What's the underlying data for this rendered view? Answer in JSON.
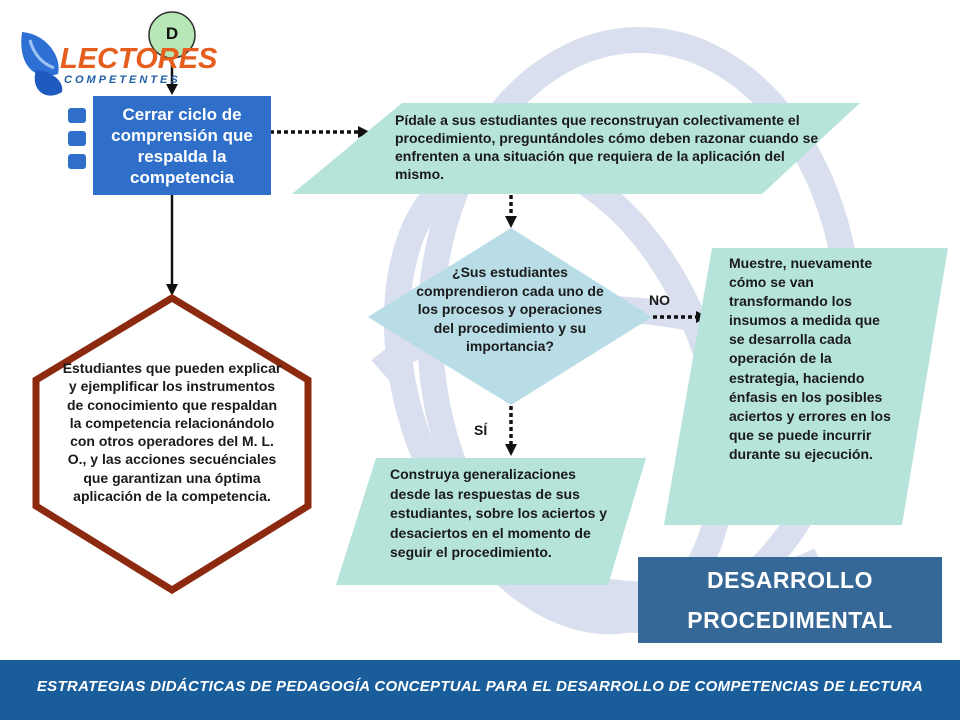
{
  "logo": {
    "line1": "LECTORES",
    "line2": "COMPETENTES"
  },
  "connector_label": "D",
  "boxes": {
    "cerrar": "Cerrar ciclo de comprensión que respalda la competencia",
    "pidale": "Pídale a sus estudiantes que reconstruyan colectivamente el procedimiento, preguntándoles cómo deben razonar cuando se  enfrenten a una situación que requiera de la aplicación del mismo.",
    "decision": "¿Sus estudiantes comprendieron cada uno de los procesos y operaciones del procedimiento y su importancia?",
    "muestre": "Muestre, nuevamente cómo se van transformando los insumos a medida que se desarrolla cada operación de la estrategia, haciendo énfasis en los posibles aciertos y errores en los que se puede incurrir durante su ejecución.",
    "construya": "Construya generalizaciones desde las respuestas de sus estudiantes, sobre los aciertos y desaciertos en el momento de seguir el procedimiento.",
    "estudiantes": "Estudiantes que pueden explicar y ejemplificar los instrumentos de conocimiento que respaldan la competencia relacionándolo con otros operadores del M. L. O., y las acciones secuénciales que garantizan una óptima aplicación de la competencia."
  },
  "labels": {
    "no": "NO",
    "si": "SÍ"
  },
  "title": {
    "line1": "DESARROLLO",
    "line2": "PROCEDIMENTAL"
  },
  "footer": "ESTRATEGIAS DIDÁCTICAS DE PEDAGOGÍA CONCEPTUAL PARA EL DESARROLLO DE COMPETENCIAS DE LECTURA",
  "colors": {
    "teal": "#b6e3da",
    "blue_box": "#2f6fc9",
    "title_box": "#356896",
    "hexagon": "#8b2a0f",
    "footer": "#1a5d9b",
    "watermark": "#d5dcec"
  }
}
